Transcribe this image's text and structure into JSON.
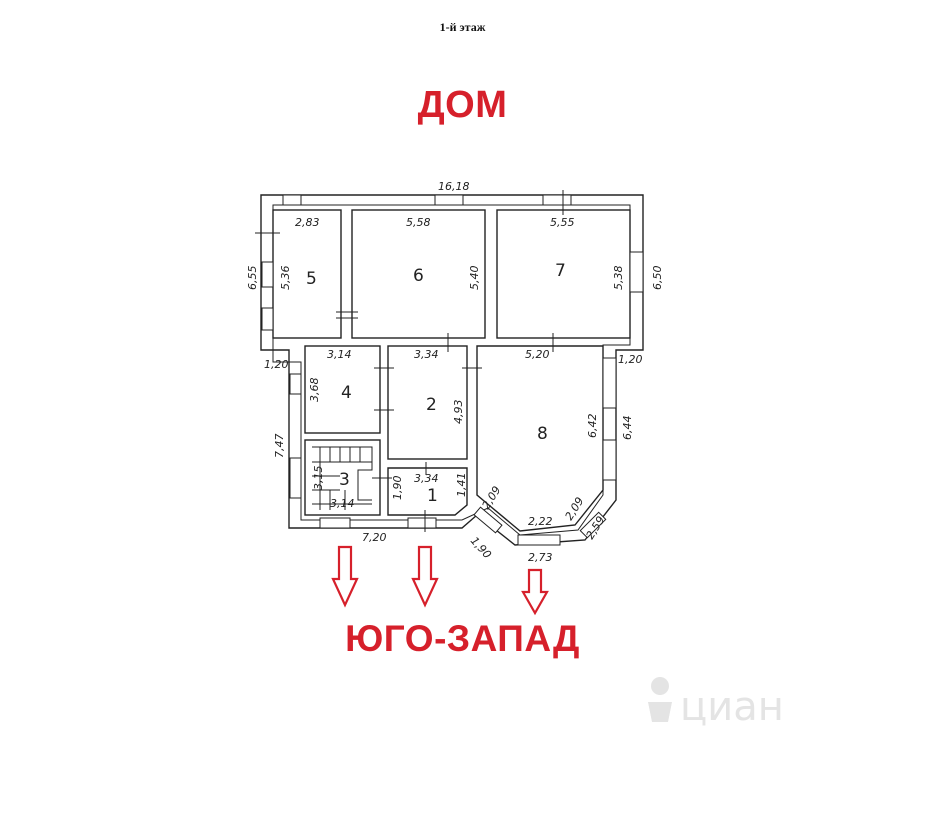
{
  "floor_caption": "1-й этаж",
  "title": "ДОМ",
  "direction_label": "ЮГО-ЗАПАД",
  "watermark": "циан",
  "colors": {
    "accent": "#d6202b",
    "lines": "#222222"
  },
  "rooms": [
    "1",
    "2",
    "3",
    "4",
    "5",
    "6",
    "7",
    "8"
  ],
  "dimensions": {
    "top_total": "16,18",
    "r5_width": "2,83",
    "r6_width": "5,58",
    "r7_width": "5,55",
    "left_outer": "6,55",
    "r5_height": "5,36",
    "r6_height": "5,40",
    "r7_height": "5,38",
    "right_outer": "6,50",
    "left_offset": "1,20",
    "r4_width": "3,14",
    "r2_width": "3,34",
    "r8_width": "5,20",
    "right_offset": "1,20",
    "r4_height": "3,68",
    "r2_height": "4,93",
    "r8_height": "6,42",
    "r8_outer": "6,44",
    "left_lower": "7,47",
    "r3_height": "3,15",
    "r1_width": "3,34",
    "r1_left": "1,90",
    "r1_right": "1,41",
    "r3_width": "3,14",
    "bottom_left": "7,20",
    "bay_left": "2,09",
    "bay_center": "2,22",
    "bay_right": "2,09",
    "bay_left_outer": "1,90",
    "bay_right_outer": "2,59",
    "bay_bottom": "2,73"
  }
}
